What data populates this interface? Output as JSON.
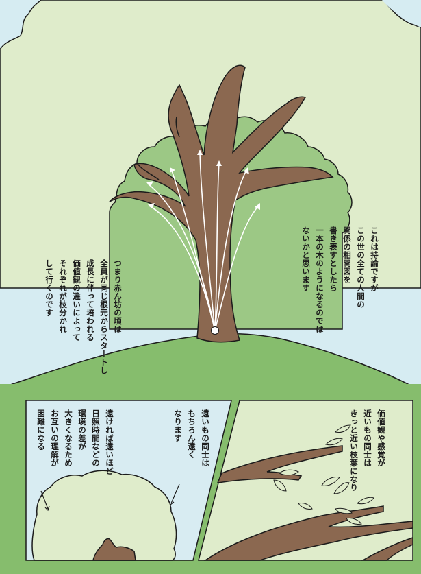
{
  "page": {
    "top_right_text": "これは持論ですが\nこの世の全ての人間の\n関係の相関図を\n書き表すとしたら\n一本の木のようになるのでは\nないかと思います",
    "top_left_text": "つまり赤ん坊の頃は\n全員が同じ根元からスタートし\n成長に伴って培われる\n価値観の違いによって\nそれぞれが枝分かれ\nして行くのです",
    "panel_right_text": "価値観や感覚が\n近いもの同士は\nきっと近い枝葉になり",
    "panel_middle_text": "遠いもの同士は\nもちろん遠く\nなります",
    "panel_left_text": "遠ければ遠いほど\n日照時間などの\n環境の差が\n大きくなるため\nお互いの理解が\n困難になる"
  },
  "colors": {
    "sky": "#d6ecf2",
    "canopy_light": "#dfeccb",
    "canopy_mid": "#9cc885",
    "trunk": "#8b6850",
    "hill": "#86bd6d",
    "outline": "#1c1c1c",
    "panel_right_bg": "#dfeccb",
    "panel_left_bg": "#d8ecf2"
  }
}
